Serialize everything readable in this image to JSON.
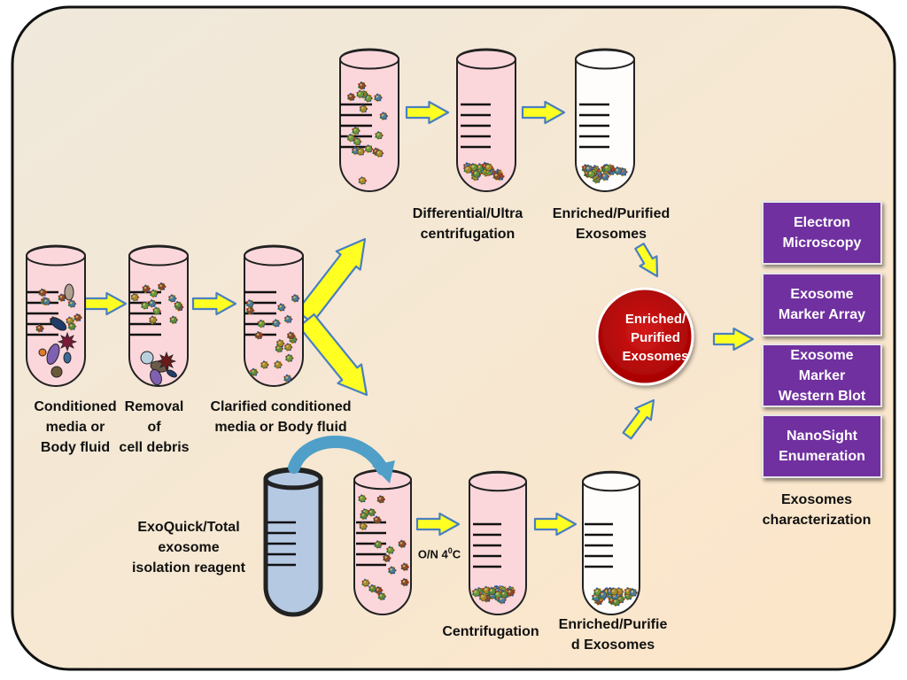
{
  "colors": {
    "panel_bg_top": "#f2ead9",
    "panel_bg_bottom": "#fbe7cc",
    "tube_pink": "#fbd7dc",
    "tube_white": "#fffdfb",
    "tube_blue": "#b5c9e3",
    "arrow_fill": "#ffff22",
    "arrow_stroke": "#4a7fc0",
    "red_circle": "#c00000",
    "purple_box": "#7030a0",
    "curved_arrow": "#4f9fc8"
  },
  "labels": {
    "step1": [
      "Conditioned",
      "media or",
      "Body fluid"
    ],
    "step2": [
      "Removal",
      "of",
      "cell debris"
    ],
    "step3": [
      "Clarified conditioned",
      "media or Body fluid"
    ],
    "ultra": [
      "Differential/Ultra",
      "centrifugation"
    ],
    "enriched_top": [
      "Enriched/Purified",
      "Exosomes"
    ],
    "red_circle": [
      "Enriched/",
      "Purified",
      "Exosomes"
    ],
    "reagent": [
      "ExoQuick/Total",
      "exosome",
      "isolation reagent"
    ],
    "incubation_main": "O/N 4",
    "incubation_sup": "0",
    "incubation_unit": "C",
    "centrifugation": "Centrifugation",
    "enriched_bottom": [
      "Enriched/Purifie",
      "d Exosomes"
    ],
    "characterization": [
      "Exosomes",
      "characterization"
    ]
  },
  "methods": [
    [
      "Electron",
      "Microscopy"
    ],
    [
      "Exosome",
      "Marker Array"
    ],
    [
      "Exosome",
      "Marker",
      "Western Blot"
    ],
    [
      "NanoSight",
      "Enumeration"
    ]
  ]
}
